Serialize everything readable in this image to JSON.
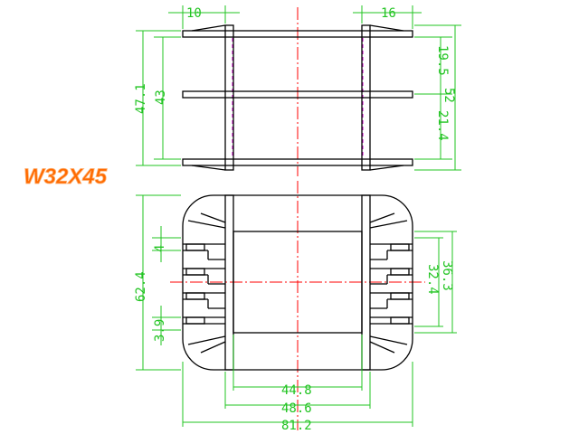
{
  "title": "W32X45",
  "colors": {
    "outline": "#000000",
    "dimension": "#22c422",
    "centerline": "#ff0000",
    "hidden": "#cc00cc",
    "title_fill": "#ff6a00",
    "title_stroke": "#ffb070"
  },
  "top_view": {
    "dims": {
      "flange_left": "10",
      "flange_right": "16",
      "height_outer": "47.1",
      "height_inner": "43",
      "right_upper": "19.5",
      "right_lower": "21.4",
      "right_total": "52"
    }
  },
  "bottom_view": {
    "dims": {
      "left_tab": "4",
      "left_total": "62.4",
      "left_small": "3.9",
      "right_inner": "32.4",
      "right_outer": "36.3",
      "bottom_inner": "44.8",
      "bottom_middle": "48.6",
      "bottom_total": "81.2"
    }
  }
}
